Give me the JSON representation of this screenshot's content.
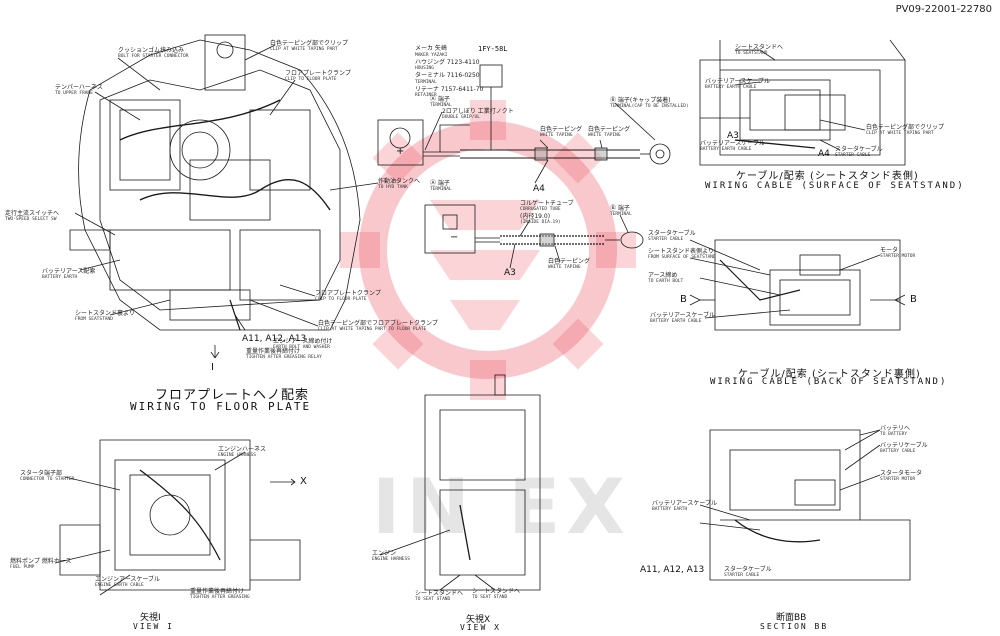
{
  "document": {
    "id": "PV09-22001-22780"
  },
  "watermark": {
    "text": "IN EX",
    "color": "#e8394a"
  },
  "views": {
    "floor_plate": {
      "title_jp": "フロアプレートヘノ配索",
      "title_en": "WIRING TO FLOOR PLATE",
      "refs": "A11, A12, A13",
      "section_mark": "I"
    },
    "seatstand_surface": {
      "title_jp": "ケーブル/配索 (シートスタンド表側)",
      "title_en": "WIRING CABLE (SURFACE OF SEATSTAND)",
      "ref_a3": "A3",
      "ref_a4": "A4"
    },
    "seatstand_back": {
      "title_jp": "ケーブル/配索 (シートスタンド裏側)",
      "title_en": "WIRING CABLE (BACK OF SEATSTAND)",
      "mark_b": "B"
    },
    "view_i": {
      "title_jp": "矢視I",
      "title_en": "VIEW I",
      "arrow": "X"
    },
    "view_x": {
      "title_jp": "矢視X",
      "title_en": "VIEW X"
    },
    "section_bb": {
      "title_jp": "断面BB",
      "title_en": "SECTION BB",
      "refs": "A11, A12, A13"
    }
  },
  "cable_a4": {
    "part_no": "1FY-58L",
    "spec_lines": [
      "メーカ 矢崎",
      "MAKER YAZAKI",
      "ハウジング 7123-4110",
      "HOUSING",
      "ターミナル 7116-0250",
      "TERMINAL",
      "リテーナ 7157-6411-70",
      "RETAINER"
    ],
    "label": "A4",
    "terminal_a_jp": "Ⓐ 端子",
    "terminal_a_en": "TERMINAL",
    "double_grip_jp": "2ロアしぼり 工業打ノクト",
    "double_grip_en": "DOUBLE GRIP/UL",
    "taping_1_jp": "白色テーピング",
    "taping_1_en": "WHITE TAPING",
    "taping_2_jp": "白色テーピング",
    "taping_2_en": "WHITE TAPING",
    "terminal_b_jp": "Ⓑ 端子(キャップ装着)",
    "terminal_b_en": "TERMINAL(CAP TO BE INSTALLED)",
    "plus": "+"
  },
  "cable_a3": {
    "label": "A3",
    "terminal_a_jp": "Ⓐ 端子",
    "terminal_a_en": "TERMINAL",
    "tube_jp": "コルゲートチューブ",
    "tube_en": "CORRUGATED TUBE",
    "tube_size": "(内径19.0)",
    "tube_size_en": "(INSIDE DIA.19)",
    "terminal_b_jp": "Ⓑ 端子",
    "terminal_b_en": "TERMINAL",
    "taping_jp": "白色テーピング",
    "taping_en": "WHITE TAPING",
    "minus": "−"
  },
  "floor_labels": [
    {
      "jp": "クッションゴム挟み込み",
      "en": "BOLT FOR STARTER CONNECTOR"
    },
    {
      "jp": "白色テーピング部でクリップ",
      "en": "CLIP AT WHITE TAPING PART"
    },
    {
      "jp": "テンパーハーネス",
      "en": "TO UPPER FRAME"
    },
    {
      "jp": "フロアプレートクランプ",
      "en": "CLIP TO FLOOR PLATE"
    },
    {
      "jp": "作動油タンクへ",
      "en": "TO HYD TANK"
    },
    {
      "jp": "走行主流スイッチへ",
      "en": "TWO-SPEED SELECT SW"
    },
    {
      "jp": "バッテリアース配索",
      "en": "BATTERY EARTH"
    },
    {
      "jp": "シートスタンド裏より",
      "en": "FROM SEATSTAND"
    },
    {
      "jp": "フロアプレートクランプ",
      "en": "CLIP TO FLOOR PLATE"
    },
    {
      "jp": "白色テーピング部でフロアプレートクランプ",
      "en": "CLIP AT WHITE TAPING PART TO FLOOR PLATE"
    },
    {
      "jp": "エンジアース締め付け",
      "en": "EARTH BOLT AND WASHER"
    },
    {
      "jp": "重量作業後再締付け",
      "en": "TIGHTEN AFTER GREASING RELAY"
    }
  ],
  "seat_labels": [
    {
      "jp": "シートスタンドへ",
      "en": "TO SEATSTAND"
    },
    {
      "jp": "バッテリアースケーブル",
      "en": "BATTERY EARTH CABLE"
    },
    {
      "jp": "白色テーピング部でクリップ",
      "en": "CLIP AT WHITE TAPING PART"
    },
    {
      "jp": "バッテリアースケーブル",
      "en": "BATTERY EARTH CABLE"
    },
    {
      "jp": "スタータケーブル",
      "en": "STARTER CABLE"
    },
    {
      "jp": "スタータケーブル",
      "en": "STARTER CABLE"
    },
    {
      "jp": "シートスタンド表側より",
      "en": "FROM SURFACE OF SEATSTAND"
    },
    {
      "jp": "アース締め",
      "en": "TO EARTH BOLT"
    },
    {
      "jp": "モータ",
      "en": "STARTER MOTOR"
    },
    {
      "jp": "バッテリアースケーブル",
      "en": "BATTERY EARTH CABLE"
    }
  ],
  "view_i_labels": [
    {
      "jp": "エンジンハーネス",
      "en": "ENGINE HARNESS"
    },
    {
      "jp": "スタータ端子部",
      "en": "CONNECTOR TO STARTER"
    },
    {
      "jp": "燃料ポンプ 燃料ホース",
      "en": "FUEL PUMP"
    },
    {
      "jp": "エンジンアースケーブル",
      "en": "ENGINE EARTH CABLE"
    },
    {
      "jp": "重量作業後再締付け",
      "en": "TIGHTEN AFTER GREASING"
    }
  ],
  "view_x_labels": [
    {
      "jp": "エンジン",
      "en": "ENGINE HARNESS"
    },
    {
      "jp": "シートスタンドへ",
      "en": "TO SEAT STAND"
    },
    {
      "jp": "シートスタンドへ",
      "en": "TO SEAT STAND"
    }
  ],
  "section_labels": [
    {
      "jp": "バッテリへ",
      "en": "TO BATTERY"
    },
    {
      "jp": "バッテリケーブル",
      "en": "BATTERY CABLE"
    },
    {
      "jp": "スタータモータ",
      "en": "STARTER MOTOR"
    },
    {
      "jp": "バッテリアースケーブル",
      "en": "BATTERY EARTH"
    },
    {
      "jp": "スタータケーブル",
      "en": "STARTER CABLE"
    }
  ]
}
